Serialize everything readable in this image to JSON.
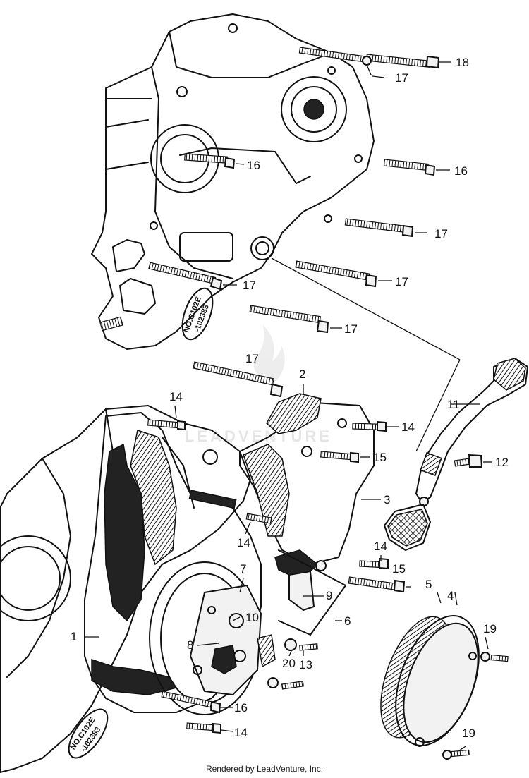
{
  "diagram": {
    "callouts": {
      "c18": "18",
      "c17a": "17",
      "c16a": "16",
      "c16b": "16",
      "c17b": "17",
      "c17c": "17",
      "c17d": "17",
      "c17e": "17",
      "c17f": "17",
      "c2": "2",
      "c11": "11",
      "c14a": "14",
      "c14b": "14",
      "c15a": "15",
      "c12": "12",
      "c3": "3",
      "c14c": "14",
      "c14d": "14",
      "c15b": "15",
      "c7": "7",
      "c5": "5",
      "c4": "4",
      "c9": "9",
      "c10": "10",
      "c6": "6",
      "c1": "1",
      "c8": "8",
      "c19a": "19",
      "c20": "20",
      "c13": "13",
      "c16c": "16",
      "c14e": "14",
      "c19b": "19"
    },
    "stamps": {
      "upper_line1": "NO.C102E",
      "upper_line2": "-102383",
      "lower_line1": "NO.C102E",
      "lower_line2": "-102383"
    },
    "watermark": "LEADVENTURE"
  },
  "footer": {
    "text": "Rendered by LeadVenture, Inc."
  }
}
